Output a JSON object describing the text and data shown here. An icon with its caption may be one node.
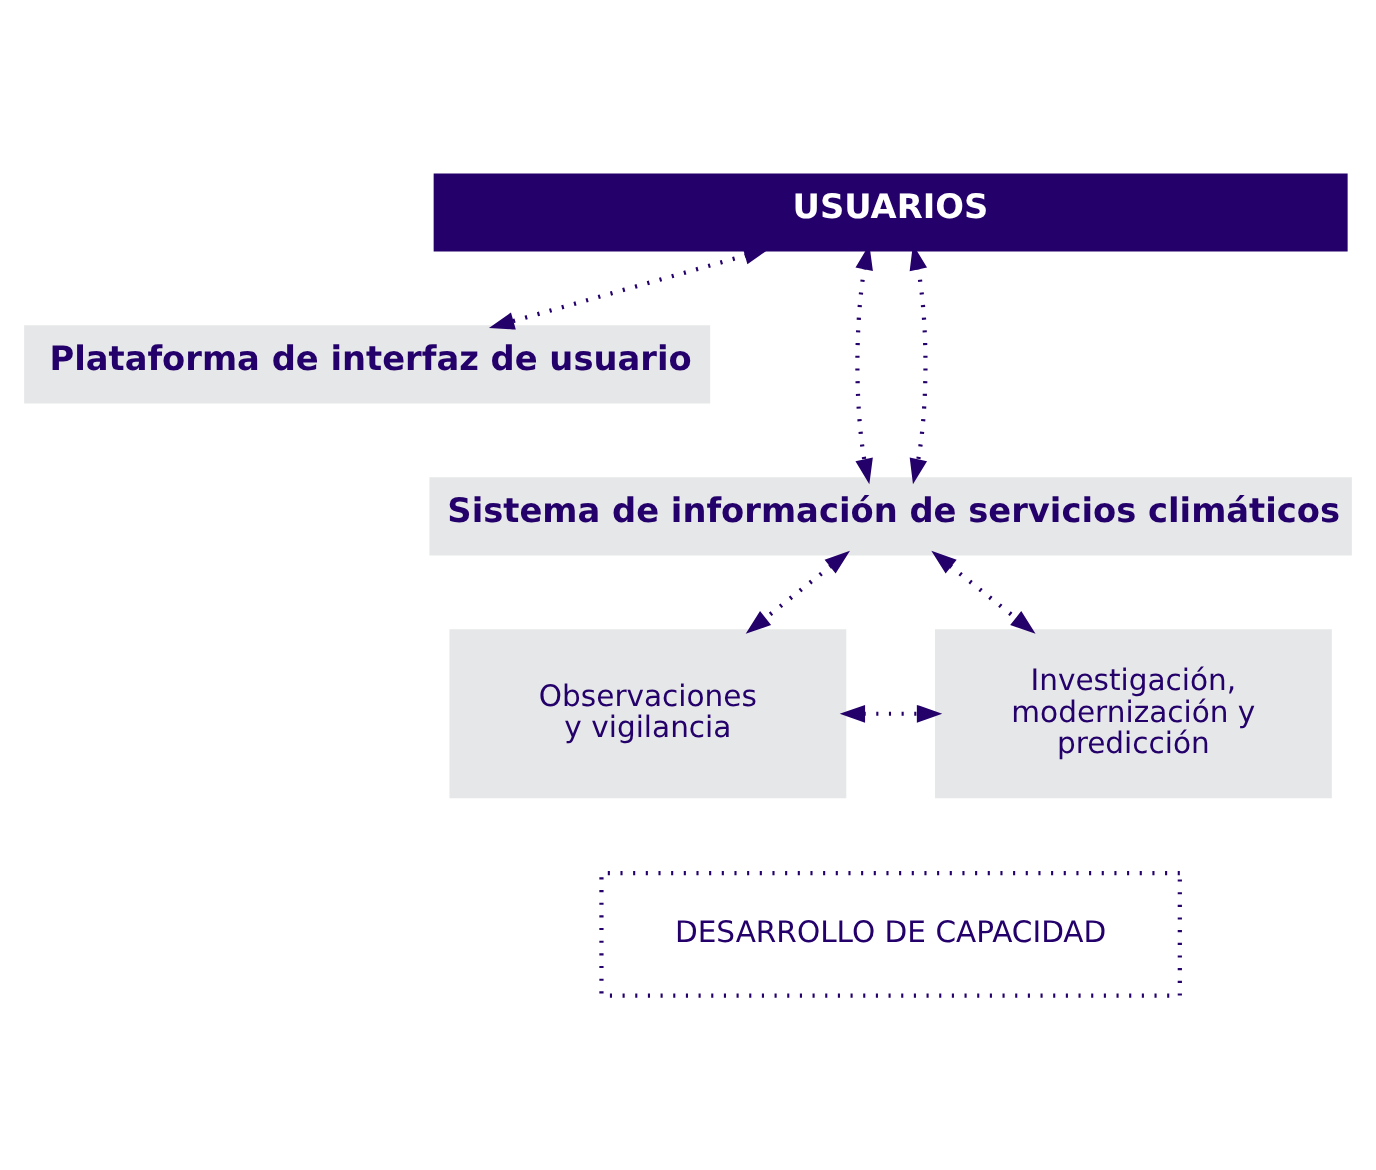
{
  "diagram": {
    "nodes": [
      {
        "text": [
          "USUARIOS"
        ]
      },
      {
        "text": [
          "Plataforma de interfaz de usuario"
        ]
      },
      {
        "text": [
          "Sistema de información de servicios climáticos"
        ]
      },
      {
        "text": [
          "Observaciones y vigilancia"
        ]
      },
      {
        "text": [
          "Investigación, modernización y predicción"
        ]
      },
      {
        "text": [
          "DESARROLLO DE CAPACIDAD"
        ]
      }
    ],
    "edges": [
      {
        "from": 0,
        "to": 1,
        "arrow": "both"
      },
      {
        "from": 0,
        "to": 2,
        "arrow": "both"
      },
      {
        "from": 0,
        "to": 2,
        "arrow": "both"
      },
      {
        "from": 2,
        "to": 3,
        "arrow": "both"
      },
      {
        "from": 2,
        "to": 4,
        "arrow": "both"
      },
      {
        "from": 3,
        "to": 4,
        "arrow": "both"
      }
    ]
  }
}
